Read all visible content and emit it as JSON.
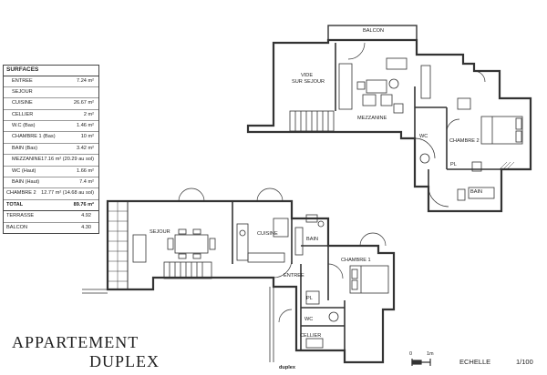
{
  "surfaces": {
    "header": "SURFACES",
    "rows": [
      {
        "label": "ENTREE",
        "value": "7.24 m²"
      },
      {
        "label": "SEJOUR",
        "value": ""
      },
      {
        "label": "CUISINE",
        "value": "26.67 m²"
      },
      {
        "label": "CELLIER",
        "value": "2 m²"
      },
      {
        "label": "W.C (Bas)",
        "value": "1.46 m²"
      },
      {
        "label": "CHAMBRE 1 (Bas)",
        "value": "10 m²"
      },
      {
        "label": "BAIN (Bas)",
        "value": "3.42 m²"
      },
      {
        "label": "MEZZANINE",
        "value": "17.16 m² (20.29 au sol)"
      },
      {
        "label": "WC (Haut)",
        "value": "1.66 m²"
      },
      {
        "label": "BAIN (Haut)",
        "value": "7.4 m²"
      },
      {
        "label": "CHAMBRE 2",
        "value": "12.77 m² (14.68 au sol)"
      }
    ],
    "total": {
      "label": "TOTAL",
      "value": "89.76 m²"
    },
    "extras": [
      {
        "label": "TERRASSE",
        "value": "4.92"
      },
      {
        "label": "BALCON",
        "value": "4.30"
      }
    ]
  },
  "title": {
    "line1": "APPARTEMENT",
    "line2": "DUPLEX"
  },
  "scale": {
    "zero": "0",
    "one": "1m",
    "label": "ECHELLE",
    "ratio": "1/100"
  },
  "rooms": {
    "balcon": "BALCON",
    "vide": "VIDE",
    "sur_sejour": "SUR SEJOUR",
    "mezzanine": "MEZZANINE",
    "wc_haut": "WC",
    "chambre2": "CHAMBRE 2",
    "pl_haut": "PL",
    "bain_haut": "BAIN",
    "sejour": "SEJOUR",
    "cuisine": "CUISINE",
    "bain_bas": "BAIN",
    "chambre1": "CHAMBRE 1",
    "entree": "ENTREE",
    "pl_bas": "PL",
    "wc_bas": "WC",
    "cellier": "CELLIER",
    "duplex_mark": "duplex"
  }
}
